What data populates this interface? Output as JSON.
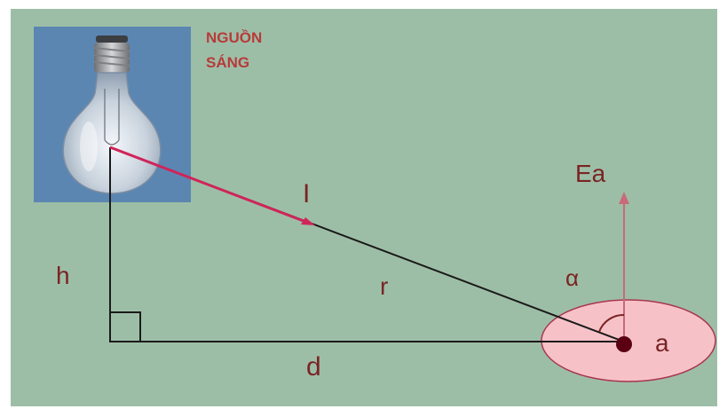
{
  "source_label": [
    "NGUỒN",
    "SÁNG"
  ],
  "labels": {
    "intensity": "I",
    "illuminance": "Ea",
    "height": "h",
    "distance_r": "r",
    "angle": "α",
    "distance_d": "d",
    "point": "a"
  },
  "colors": {
    "background": "#9dbea6",
    "photo_background": "#5b86b2",
    "label_text": "#7a2424",
    "source_text": "#b83a3a",
    "ray_intensity": "#d0245a",
    "vector_ea": "#c86a78",
    "surface": "#f6c2c8",
    "point": "#5a0012"
  }
}
